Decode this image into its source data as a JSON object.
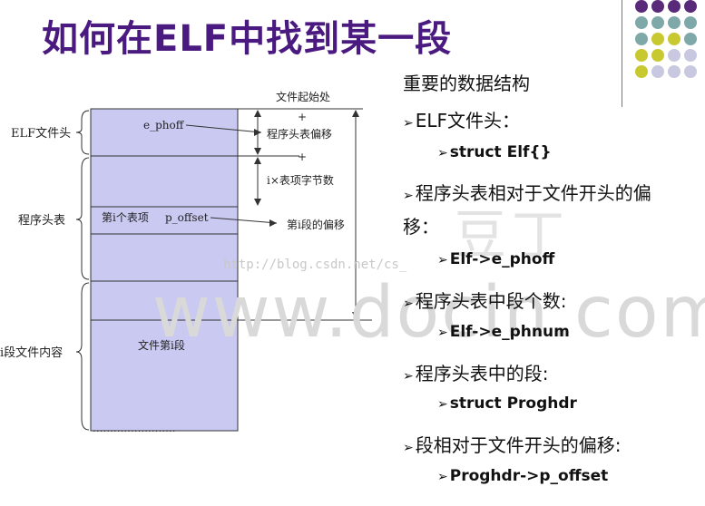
{
  "title": "如何在ELF中找到某一段",
  "diagram": {
    "left_labels": {
      "elf_header": "ELF文件头",
      "program_header_table": "程序头表",
      "segment_content": "i段文件内容"
    },
    "block_labels": {
      "e_phoff": "e_phoff",
      "entry": "第i个表项",
      "p_offset": "p_offset",
      "segment_i": "文件第i段"
    },
    "annotations": {
      "file_start": "文件起始处",
      "ph_offset": "程序头表偏移",
      "entry_size": "i×表项字节数",
      "segment_offset": "第i段的偏移",
      "plus_1": "+",
      "plus_2": "+"
    },
    "dotted_rows": "........................"
  },
  "bullets": {
    "heading": "重要的数据结构",
    "b1": "ELF文件头：",
    "b1_sub": "struct Elf{}",
    "b2_line1": "程序头表相对于文件开头的偏",
    "b2_line2": "移：",
    "b2_sub": "Elf->e_phoff",
    "b3": "程序头表中段个数:",
    "b3_sub": "Elf->e_phnum",
    "b4": "程序头表中的段:",
    "b4_sub": "struct Proghdr",
    "b5": "段相对于文件开头的偏移:",
    "b5_sub": "Proghdr->p_offset",
    "arrow_glyph": "➢"
  },
  "watermarks": {
    "url": "http://blog.csdn.net/cs_",
    "docin": "www.docin.com",
    "logo": "豆丁"
  },
  "colors": {
    "title": "#4a1a80",
    "block_fill": "#c9c9f2",
    "dot_purple": "#5a2a7a",
    "dot_teal": "#7fa8a8",
    "dot_olive": "#c8c830",
    "dot_lavender": "#c8c8e0"
  }
}
